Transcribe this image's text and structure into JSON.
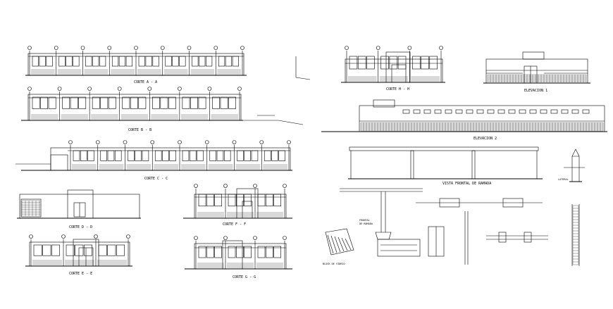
{
  "drawing": {
    "labels": {
      "corte_aa": "CORTE A - A",
      "corte_bb": "CORTE B - B",
      "corte_cc": "CORTE C - C",
      "corte_dd": "CORTE D - D",
      "corte_ee": "CORTE E - E",
      "corte_ff": "CORTE F - F",
      "corte_gg": "CORTE G - G",
      "corte_hh": "CORTE H - H",
      "elevacion_1": "ELEVACION 1",
      "elevacion_2": "ELEVACION 2",
      "vista_frontal": "VISTA FRONTAL DE RAMADA",
      "frontal": "FRONTAL",
      "de_ramada": "DE RAMADA",
      "lateral": "LATERAL",
      "block_vidrio": "BLOCK DE VIDRIO"
    }
  }
}
